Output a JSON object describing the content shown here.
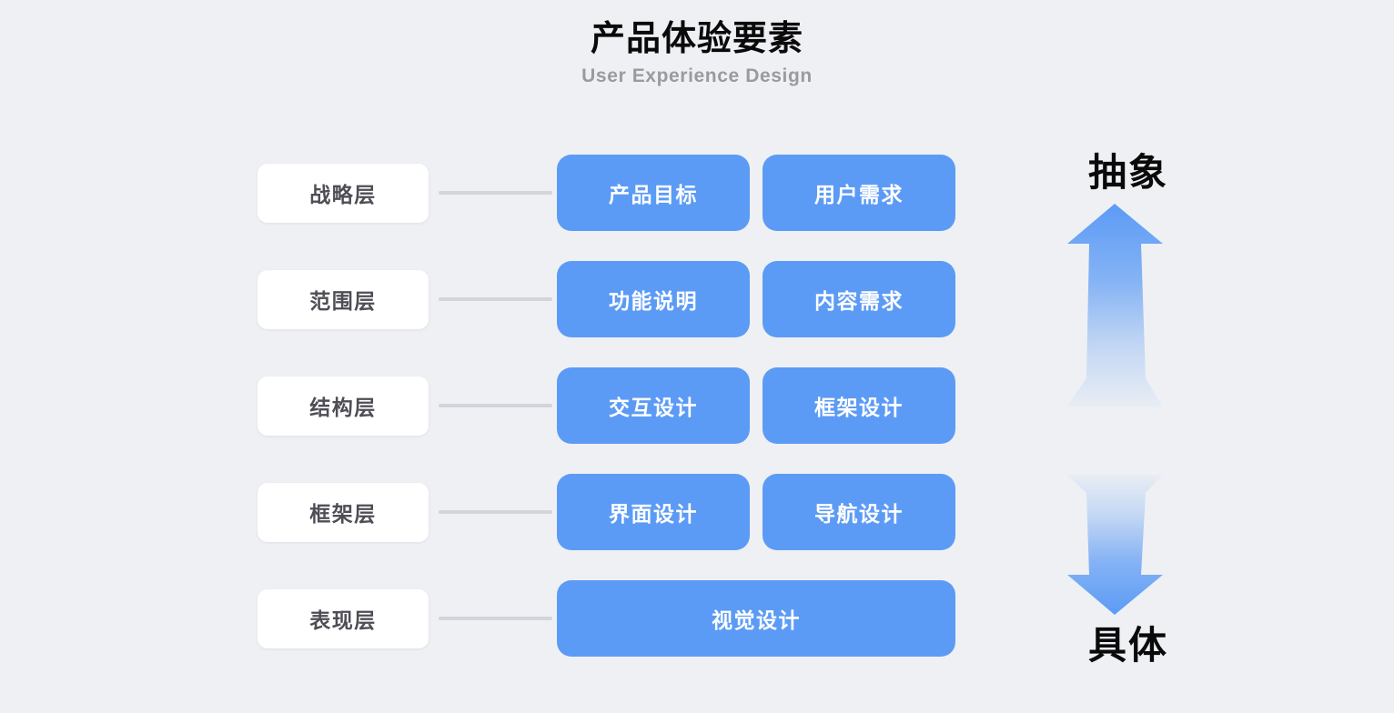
{
  "header": {
    "title": "产品体验要素",
    "subtitle": "User Experience Design"
  },
  "colors": {
    "background": "#eef0f4",
    "card_blue": "#5c9bf5",
    "label_card": "#ffffff",
    "label_text": "#4e4e56",
    "connector": "#d2d5db",
    "title_text": "#0a0a0a",
    "subtitle_text": "#9a9aa1"
  },
  "layers": [
    {
      "label": "战略层",
      "cards": [
        {
          "label": "产品目标"
        },
        {
          "label": "用户需求"
        }
      ]
    },
    {
      "label": "范围层",
      "cards": [
        {
          "label": "功能说明"
        },
        {
          "label": "内容需求"
        }
      ]
    },
    {
      "label": "结构层",
      "cards": [
        {
          "label": "交互设计"
        },
        {
          "label": "框架设计"
        }
      ]
    },
    {
      "label": "框架层",
      "cards": [
        {
          "label": "界面设计"
        },
        {
          "label": "导航设计"
        }
      ]
    },
    {
      "label": "表现层",
      "cards": [
        {
          "label": "视觉设计"
        }
      ]
    }
  ],
  "axis": {
    "top_label": "抽象",
    "bottom_label": "具体",
    "up_arrow_icon": "arrow-up-icon",
    "down_arrow_icon": "arrow-down-icon"
  }
}
